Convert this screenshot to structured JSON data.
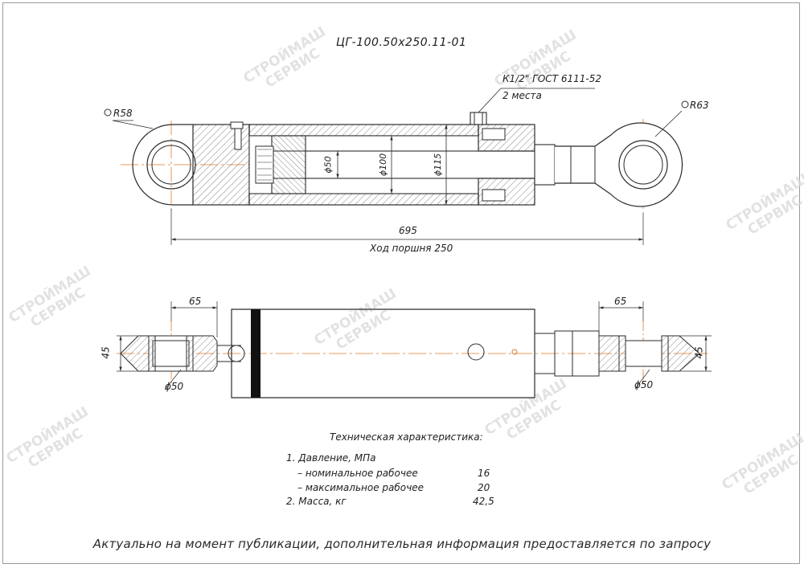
{
  "title": "ЦГ-100.50х250.11-01",
  "callouts": {
    "port_thread": "К1/2\" ГОСТ 6111-52",
    "port_count": "2 места",
    "radius_left": "R58",
    "radius_right": "R63"
  },
  "dimensions": {
    "rod_dia": "ϕ50",
    "bore_dia": "ϕ100",
    "outer_dia": "ϕ115",
    "overall_length": "695",
    "stroke_label": "Ход поршня 250",
    "eye_width_left": "65",
    "eye_width_right": "65",
    "eye_thickness_left": "45",
    "eye_thickness_right": "45",
    "pin_dia_left": "ϕ50",
    "pin_dia_right": "ϕ50"
  },
  "spec": {
    "title": "Техническая характеристика:",
    "rows": [
      {
        "label": "1. Давление, МПа",
        "value": ""
      },
      {
        "label": "– номинальное рабочее",
        "value": "16"
      },
      {
        "label": "– максимальное рабочее",
        "value": "20"
      },
      {
        "label": "2. Масса, кг",
        "value": "42,5"
      }
    ]
  },
  "watermark": {
    "line1": "СТРОЙМАШ",
    "line2": "СЕРВИС"
  },
  "footer": "Актуально на момент публикации, дополнительная информация предоставляется по запросу",
  "colors": {
    "line": "#2b2b2b",
    "axis": "#e07b2a",
    "hatch": "#555555",
    "watermark": "#d9d9d9"
  }
}
